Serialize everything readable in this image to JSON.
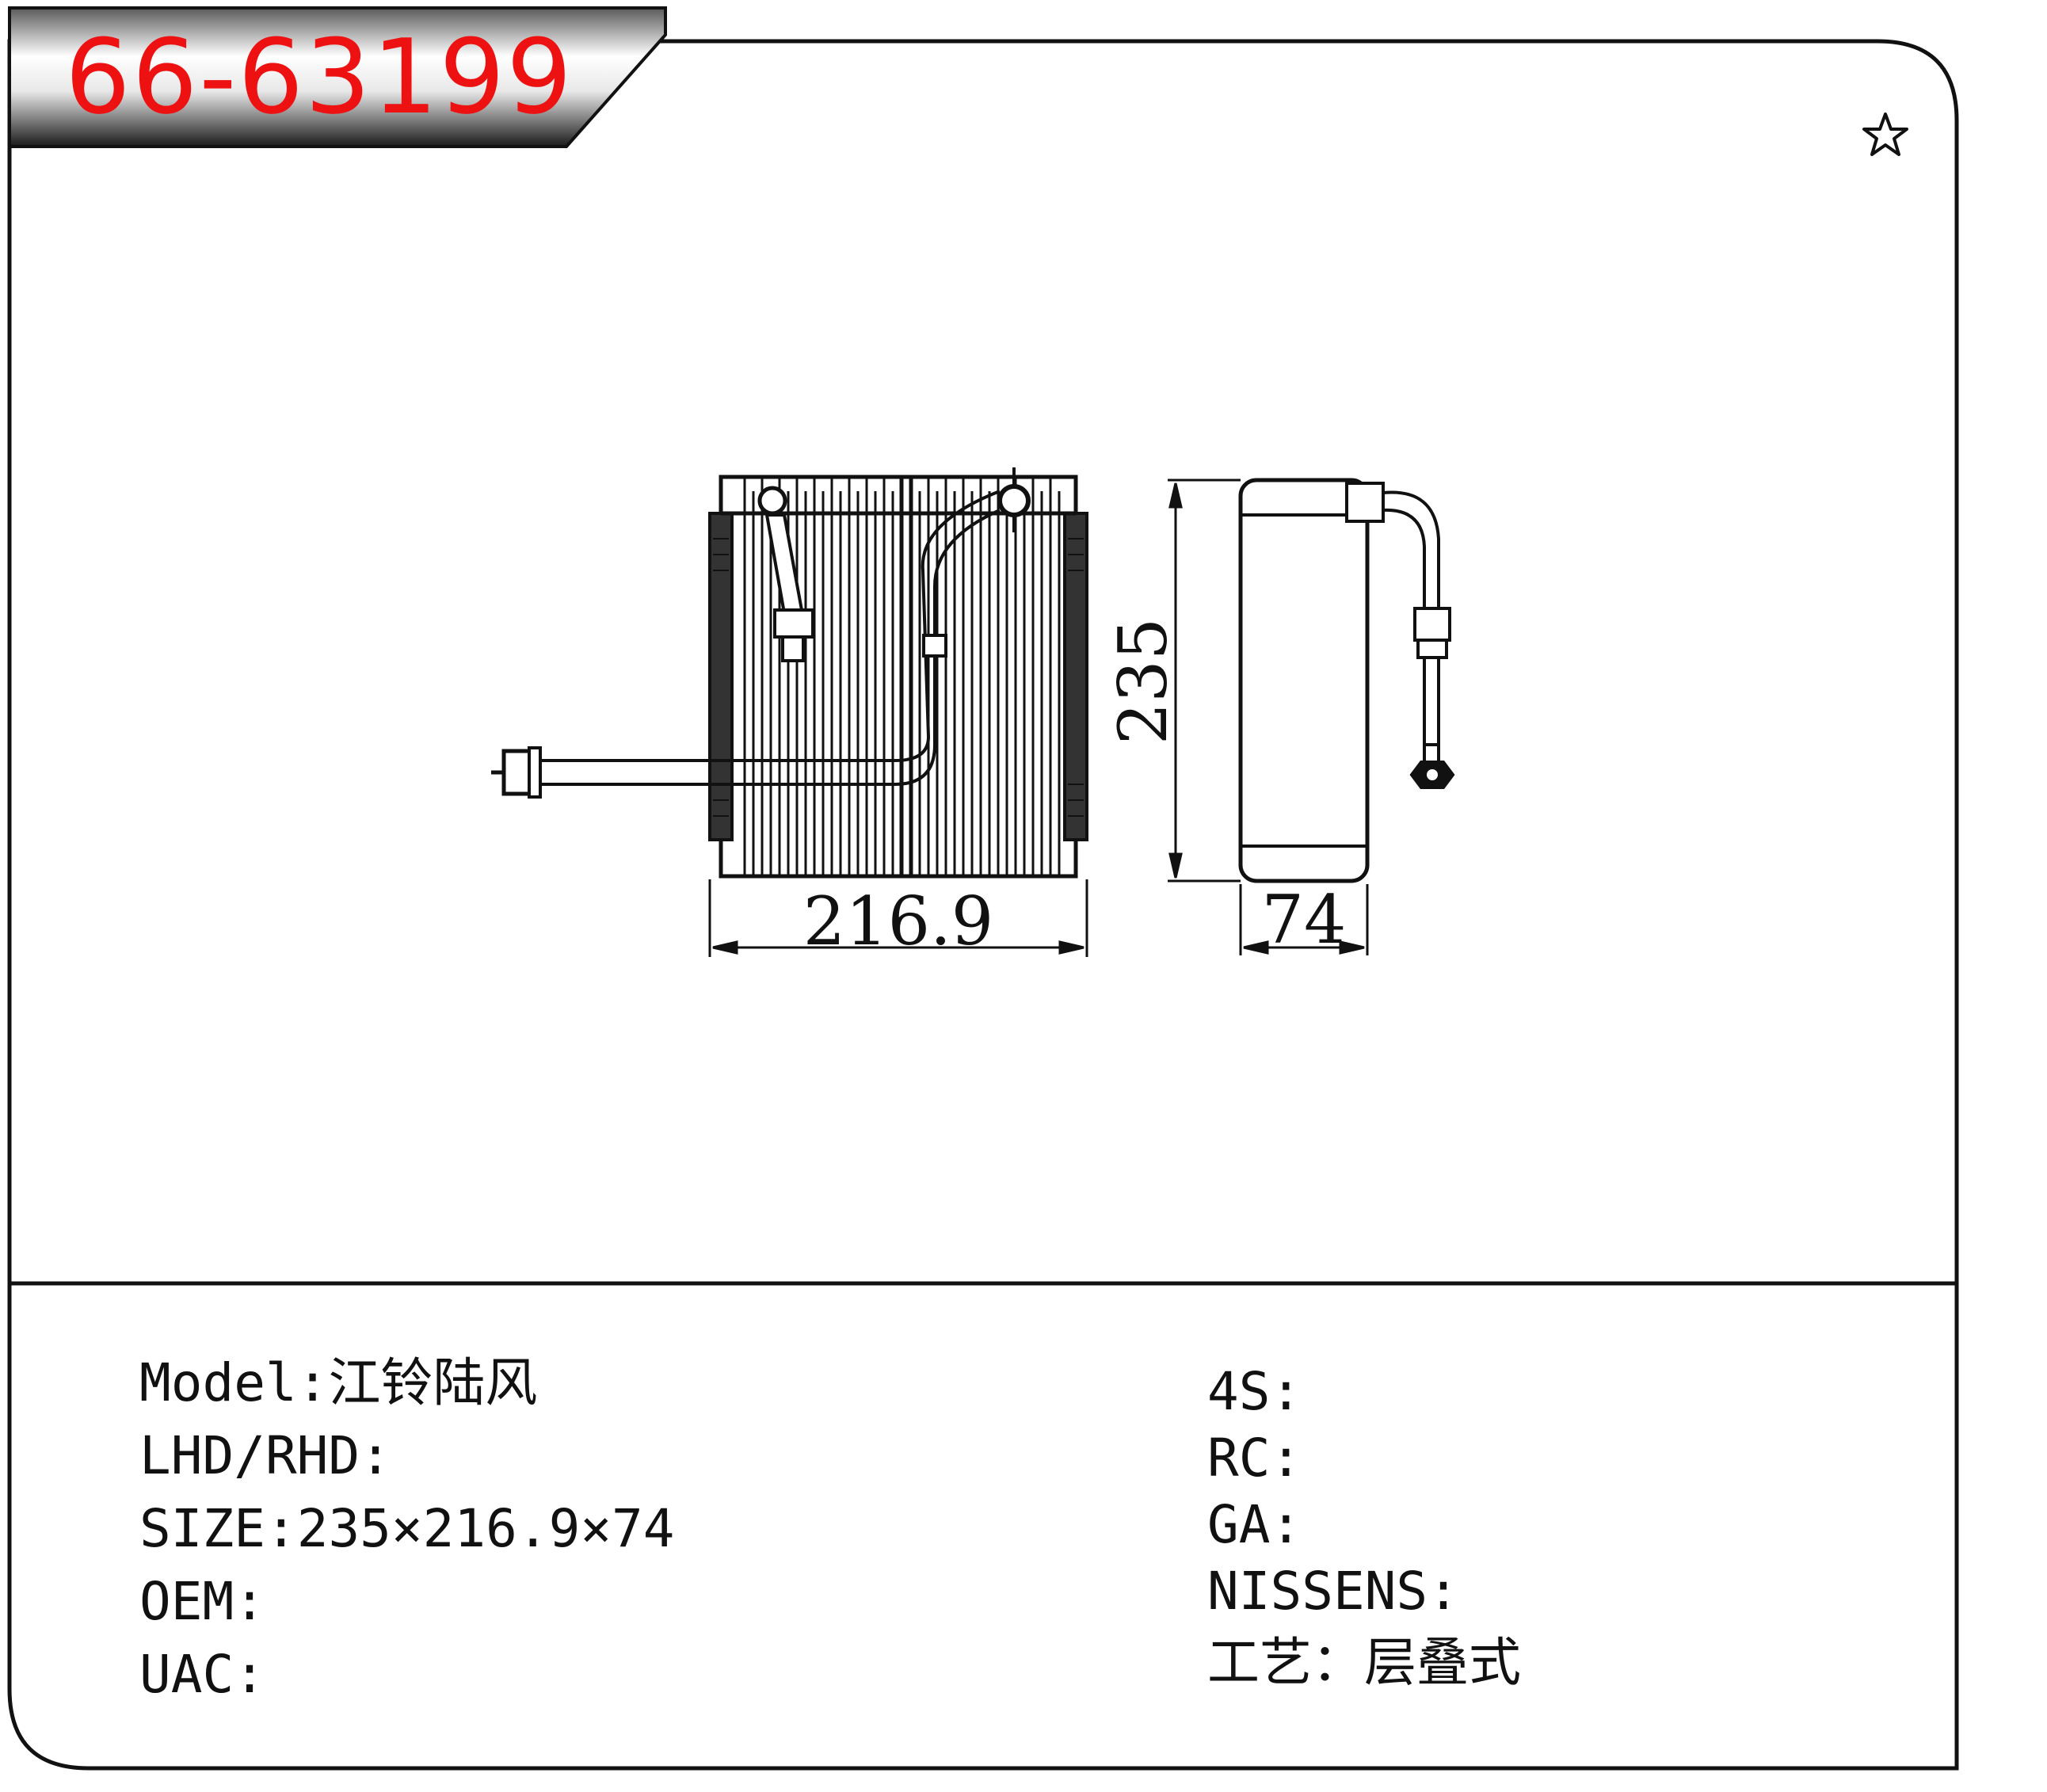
{
  "header": {
    "part_number": "66-63199"
  },
  "icons": {
    "favorite": "star-outline-icon"
  },
  "dimensions": {
    "width": "216.9",
    "height": "235",
    "depth": "74"
  },
  "specs_left": [
    {
      "label": "Model",
      "sep": ":",
      "value": "江铃陆风"
    },
    {
      "label": "LHD/RHD",
      "sep": ":",
      "value": ""
    },
    {
      "label": "SIZE",
      "sep": ":",
      "value": "235×216.9×74"
    },
    {
      "label": "OEM",
      "sep": ":",
      "value": ""
    },
    {
      "label": "UAC",
      "sep": ":",
      "value": ""
    }
  ],
  "specs_right": [
    {
      "label": "4S",
      "sep": ":",
      "value": ""
    },
    {
      "label": "RC",
      "sep": ":",
      "value": ""
    },
    {
      "label": "GA",
      "sep": ":",
      "value": ""
    },
    {
      "label": "NISSENS",
      "sep": ":",
      "value": ""
    },
    {
      "label": "工艺",
      "sep": "：",
      "value": "层叠式"
    }
  ],
  "colors": {
    "part_number": "#ee1111",
    "frame": "#111111",
    "banner_dark": "#1a1a1a",
    "banner_light": "#ffffff"
  }
}
